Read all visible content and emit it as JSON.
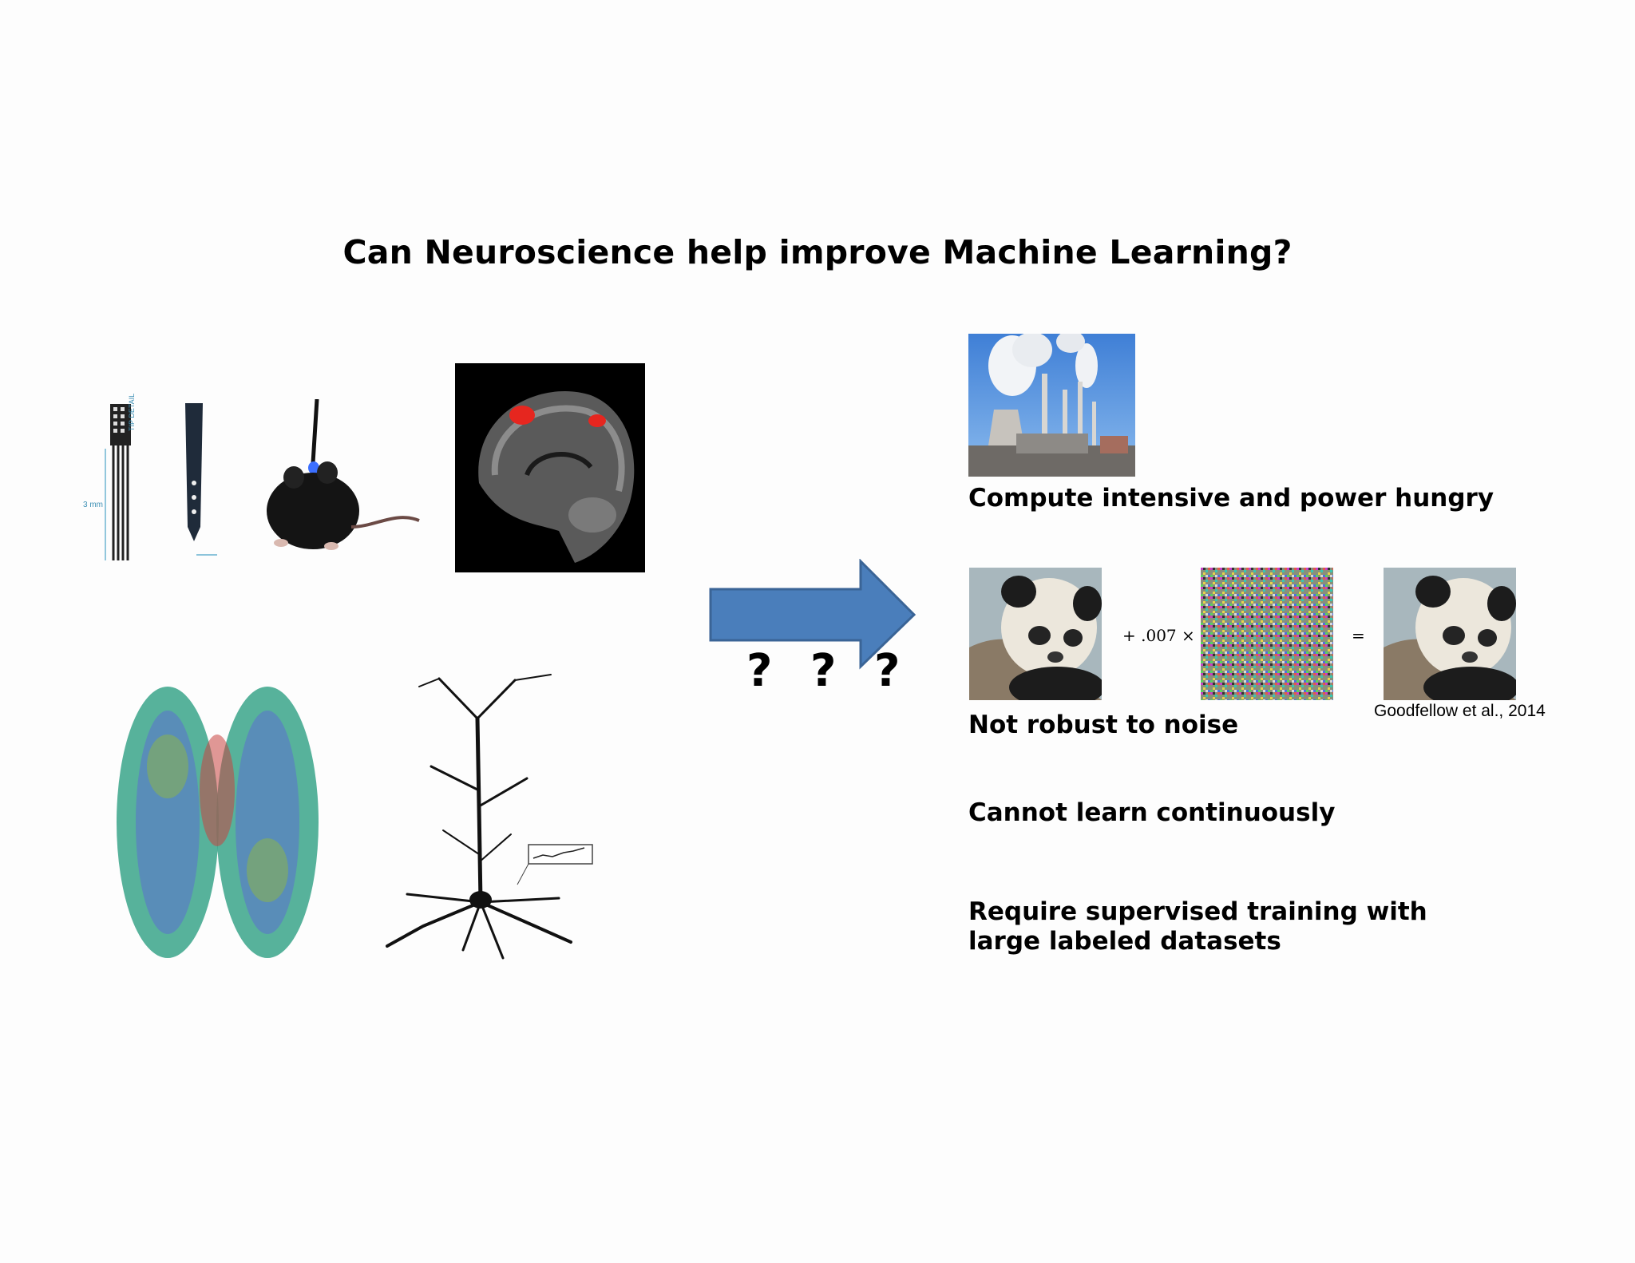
{
  "slide": {
    "title": "Can Neuroscience help improve Machine Learning?",
    "question_marks": "? ? ?",
    "left_images": {
      "probe_caption_length": "3 mm",
      "probe_tip_caption": "TIP DETAIL"
    },
    "issues": [
      {
        "label": "Compute intensive and power hungry",
        "image": "power-plant"
      },
      {
        "label": "Not robust to noise",
        "image": "adversarial-panda"
      },
      {
        "label": "Cannot learn continuously"
      },
      {
        "label": "Require supervised training with",
        "label_line2": "large labeled datasets"
      }
    ],
    "adversarial_example": {
      "operator_plus": "+ .007 ×",
      "operator_equals": "=",
      "citation": "Goodfellow et al., 2014"
    }
  },
  "colors": {
    "arrow_fill": "#4a7ebb",
    "arrow_stroke": "#3a6496",
    "background": "#fdfdfd"
  },
  "icons": [
    "silicon-probe",
    "mouse-optogenetics",
    "fmri-brain-scan",
    "dti-tractography",
    "pyramidal-neuron",
    "power-plant",
    "panda",
    "noise-pattern"
  ]
}
